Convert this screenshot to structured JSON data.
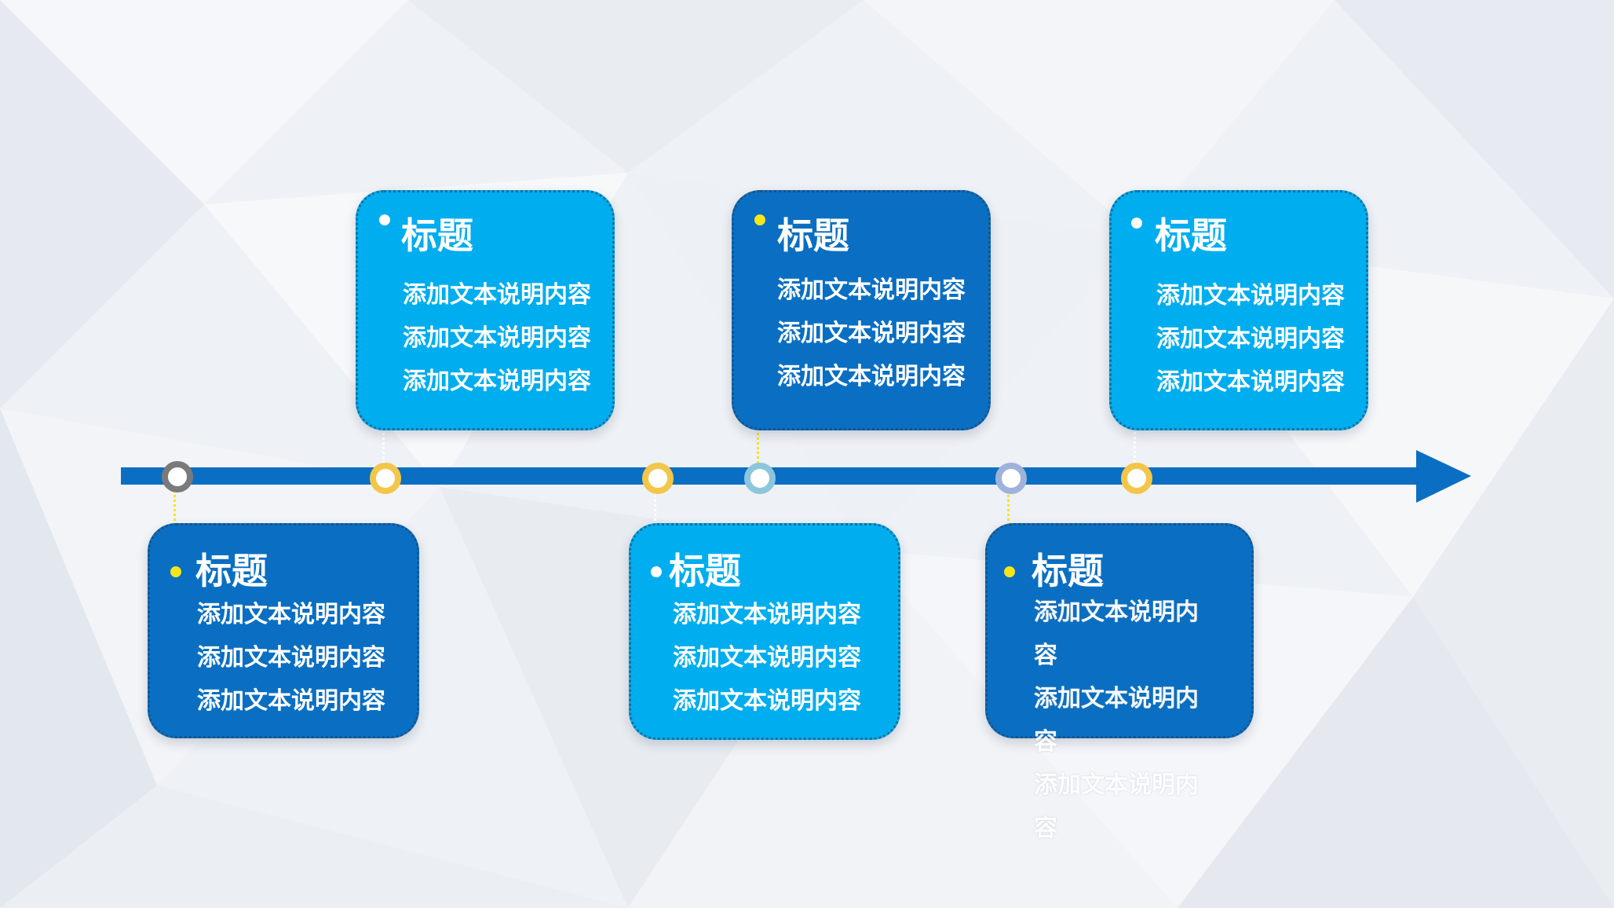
{
  "colors": {
    "light_card": "#00adee",
    "dark_card": "#0a6fc2",
    "timeline": "#0a6fc2",
    "accent_yellow": "#f5e61a",
    "node_gray": "#7a7a7a",
    "node_yellow": "#f3c64a",
    "node_lightblue": "#8dc6dc",
    "node_periwinkle": "#9fb2db"
  },
  "cards": [
    {
      "id": "top-1",
      "title": "标题",
      "lines": [
        "添加文本说明内容",
        "添加文本说明内容",
        "添加文本说明内容"
      ]
    },
    {
      "id": "top-2",
      "title": "标题",
      "lines": [
        "添加文本说明内容",
        "添加文本说明内容",
        "添加文本说明内容"
      ]
    },
    {
      "id": "top-3",
      "title": "标题",
      "lines": [
        "添加文本说明内容",
        "添加文本说明内容",
        "添加文本说明内容"
      ]
    },
    {
      "id": "bottom-1",
      "title": "标题",
      "lines": [
        "添加文本说明内容",
        "添加文本说明内容",
        "添加文本说明内容"
      ]
    },
    {
      "id": "bottom-2",
      "title": "标题",
      "lines": [
        "添加文本说明内容",
        "添加文本说明内容",
        "添加文本说明内容"
      ]
    },
    {
      "id": "bottom-3",
      "title": "标题",
      "lines": [
        "添加文本说明内容",
        "添加文本说明内容",
        "添加文本说明内容"
      ]
    }
  ]
}
